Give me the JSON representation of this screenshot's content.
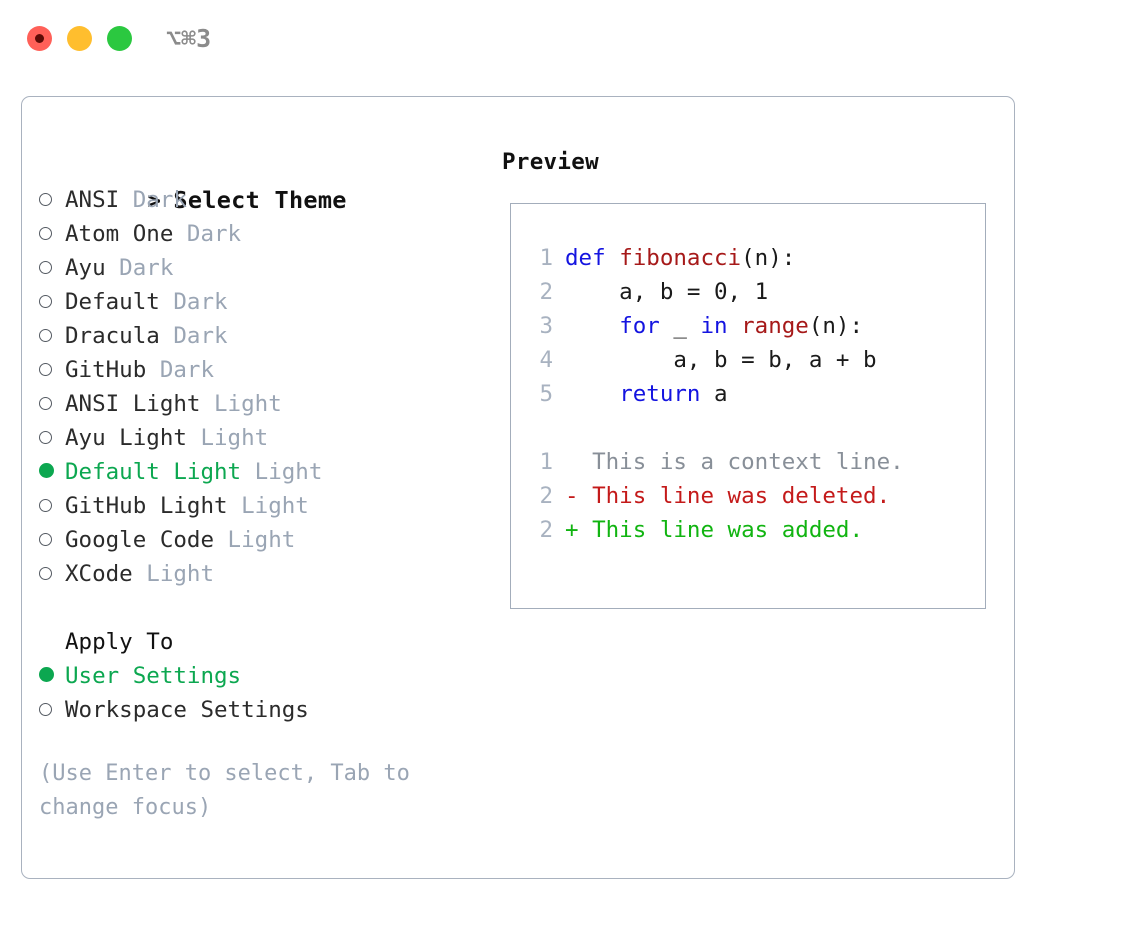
{
  "titlebar": {
    "shortcut": "⌥⌘3",
    "buttons": [
      {
        "name": "close",
        "color": "#ff6058"
      },
      {
        "name": "minimize",
        "color": "#ffbe2e"
      },
      {
        "name": "maximize",
        "color": "#2bc840"
      }
    ]
  },
  "colors": {
    "accent_green": "#0ca750",
    "muted": "#9aa5b4",
    "border": "#a9b2bf",
    "keyword_blue": "#1414e0",
    "function_red": "#a61919",
    "diff_deleted": "#c41a1a",
    "diff_added": "#11b411",
    "line_number": "#a8b2c0"
  },
  "theme_picker": {
    "caret": ">",
    "title": "Select Theme",
    "items": [
      {
        "name": "ANSI",
        "mode": "Dark",
        "selected": false
      },
      {
        "name": "Atom One",
        "mode": "Dark",
        "selected": false
      },
      {
        "name": "Ayu",
        "mode": "Dark",
        "selected": false
      },
      {
        "name": "Default",
        "mode": "Dark",
        "selected": false
      },
      {
        "name": "Dracula",
        "mode": "Dark",
        "selected": false
      },
      {
        "name": "GitHub",
        "mode": "Dark",
        "selected": false
      },
      {
        "name": "ANSI Light",
        "mode": "Light",
        "selected": false
      },
      {
        "name": "Ayu Light",
        "mode": "Light",
        "selected": false
      },
      {
        "name": "Default Light",
        "mode": "Light",
        "selected": true
      },
      {
        "name": "GitHub Light",
        "mode": "Light",
        "selected": false
      },
      {
        "name": "Google Code",
        "mode": "Light",
        "selected": false
      },
      {
        "name": "XCode",
        "mode": "Light",
        "selected": false
      }
    ]
  },
  "apply_to": {
    "title": "Apply To",
    "items": [
      {
        "name": "User Settings",
        "selected": true
      },
      {
        "name": "Workspace Settings",
        "selected": false
      }
    ]
  },
  "hint": "(Use Enter to select, Tab to change focus)",
  "preview": {
    "label": "Preview",
    "code_lines": [
      {
        "num": "1",
        "tokens": [
          {
            "t": "def ",
            "c": "kw"
          },
          {
            "t": "fibonacci",
            "c": "fn"
          },
          {
            "t": "(n):",
            "c": "plain"
          }
        ]
      },
      {
        "num": "2",
        "tokens": [
          {
            "t": "    a, b = 0, 1",
            "c": "plain"
          }
        ]
      },
      {
        "num": "3",
        "tokens": [
          {
            "t": "    ",
            "c": "plain"
          },
          {
            "t": "for",
            "c": "kw"
          },
          {
            "t": " _ ",
            "c": "plain"
          },
          {
            "t": "in",
            "c": "kw"
          },
          {
            "t": " ",
            "c": "plain"
          },
          {
            "t": "range",
            "c": "fn"
          },
          {
            "t": "(n):",
            "c": "plain"
          }
        ]
      },
      {
        "num": "4",
        "tokens": [
          {
            "t": "        a, b = b, a + b",
            "c": "plain"
          }
        ]
      },
      {
        "num": "5",
        "tokens": [
          {
            "t": "    ",
            "c": "plain"
          },
          {
            "t": "return",
            "c": "kw"
          },
          {
            "t": " a",
            "c": "plain"
          }
        ]
      }
    ],
    "diff_lines": [
      {
        "num": "1",
        "sign": "  ",
        "text": "This is a context line.",
        "kind": "ctx"
      },
      {
        "num": "2",
        "sign": "- ",
        "text": "This line was deleted.",
        "kind": "del"
      },
      {
        "num": "2",
        "sign": "+ ",
        "text": "This line was added.",
        "kind": "add"
      }
    ]
  }
}
